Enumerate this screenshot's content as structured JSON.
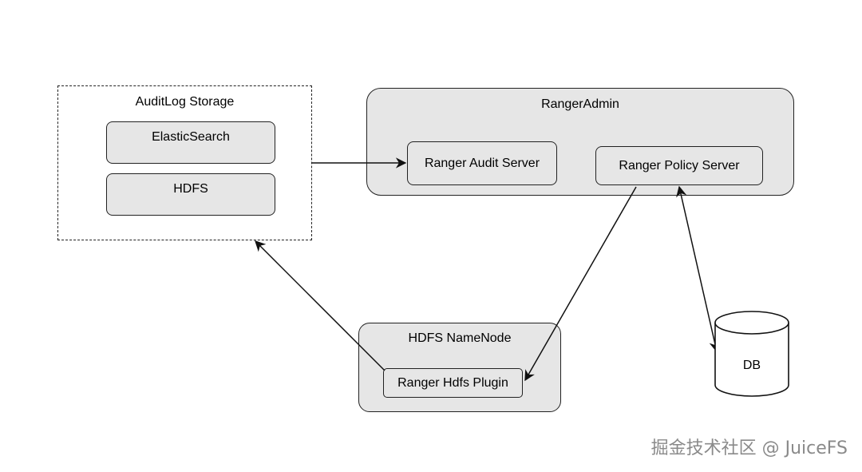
{
  "groups": {
    "auditlog_storage": {
      "title": "AuditLog Storage"
    },
    "ranger_admin": {
      "title": "RangerAdmin"
    },
    "hdfs_namenode": {
      "title": "HDFS NameNode"
    }
  },
  "nodes": {
    "elasticsearch": "ElasticSearch",
    "hdfs": "HDFS",
    "ranger_audit_server": "Ranger Audit Server",
    "ranger_policy_server": "Ranger Policy Server",
    "ranger_hdfs_plugin": "Ranger Hdfs Plugin",
    "db": "DB"
  },
  "watermark": "掘金技术社区 @ JuiceFS"
}
